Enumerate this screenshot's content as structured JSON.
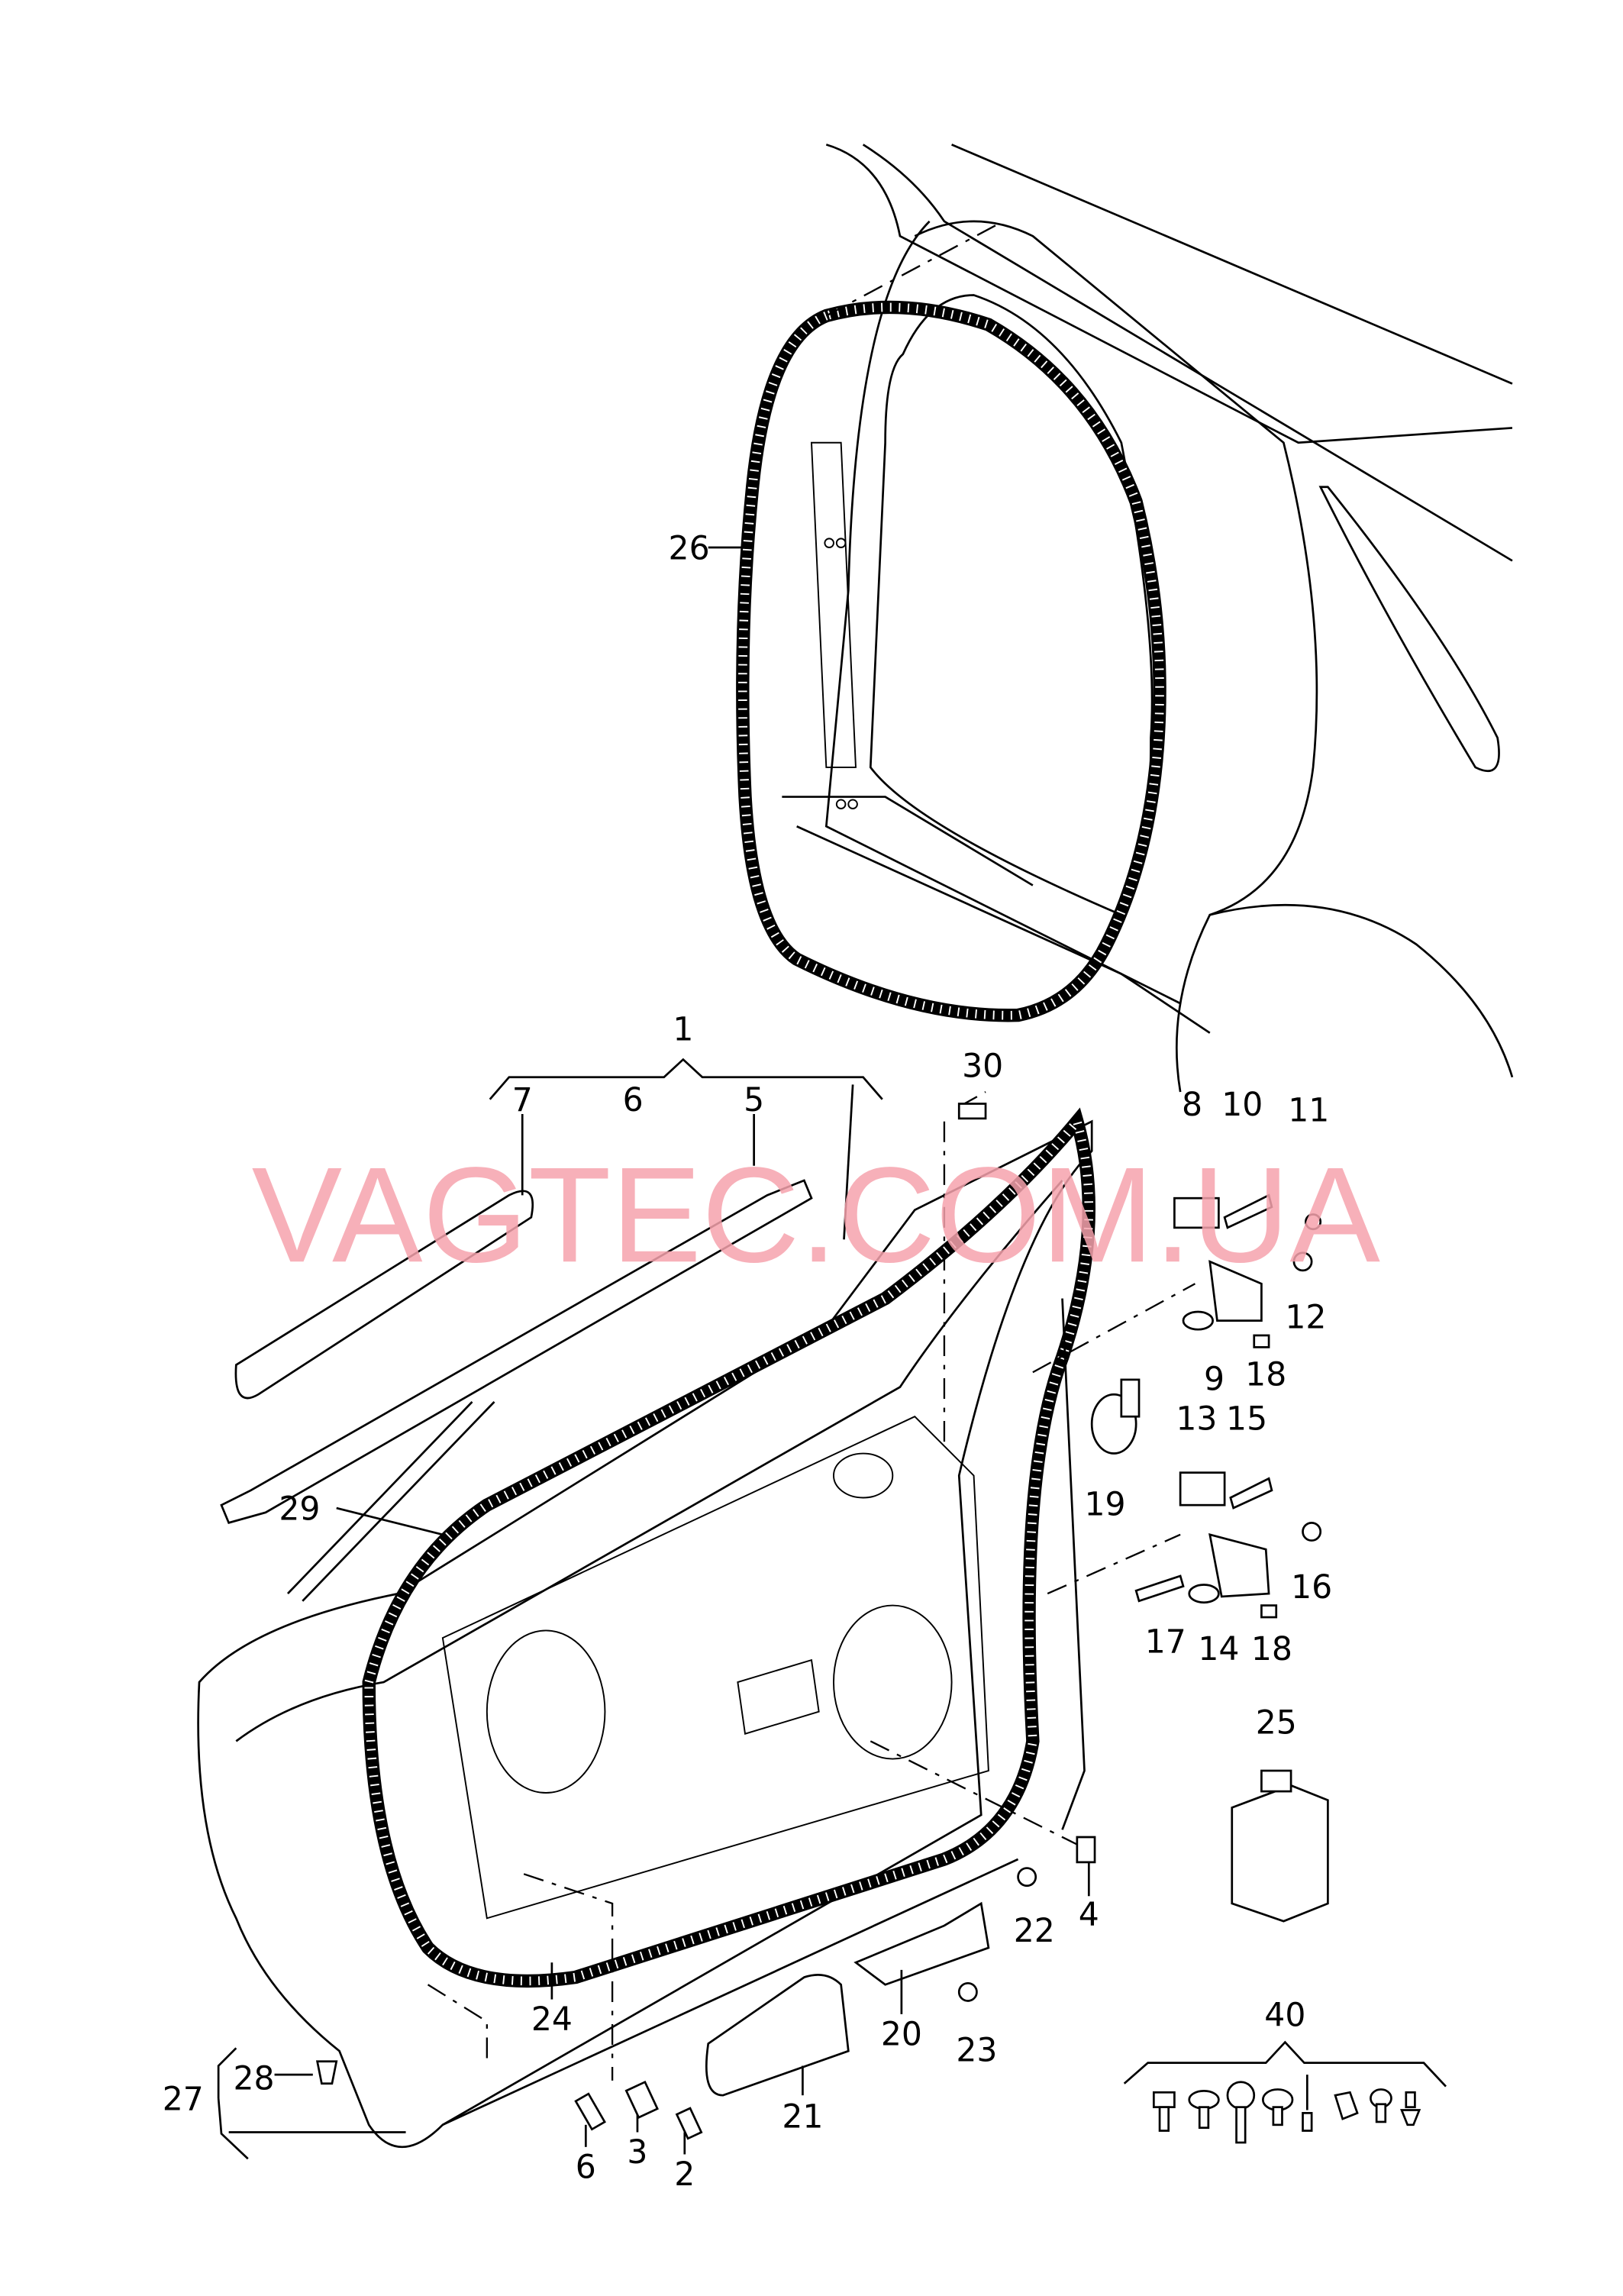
{
  "watermark": "VAGTEC.COM.UA",
  "callouts": {
    "c1": "1",
    "c2": "2",
    "c3": "3",
    "c4": "4",
    "c5": "5",
    "c6a": "6",
    "c6b": "6",
    "c7": "7",
    "c8": "8",
    "c9": "9",
    "c10": "10",
    "c11": "11",
    "c12": "12",
    "c13": "13",
    "c14": "14",
    "c15": "15",
    "c16": "16",
    "c17": "17",
    "c18a": "18",
    "c18b": "18",
    "c19": "19",
    "c20": "20",
    "c21": "21",
    "c22": "22",
    "c23": "23",
    "c24": "24",
    "c25": "25",
    "c26": "26",
    "c27": "27",
    "c28": "28",
    "c29": "29",
    "c30": "30",
    "c40": "40"
  }
}
